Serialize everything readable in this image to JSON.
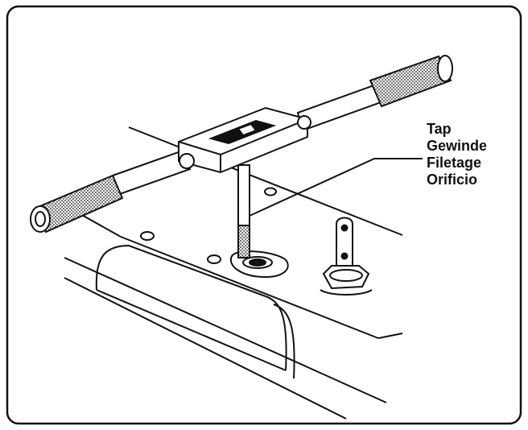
{
  "labels": {
    "lines": [
      "Tap",
      "Gewinde",
      "Filetage",
      "Orificio"
    ]
  },
  "colors": {
    "ink": "#111111",
    "background": "#ffffff"
  }
}
